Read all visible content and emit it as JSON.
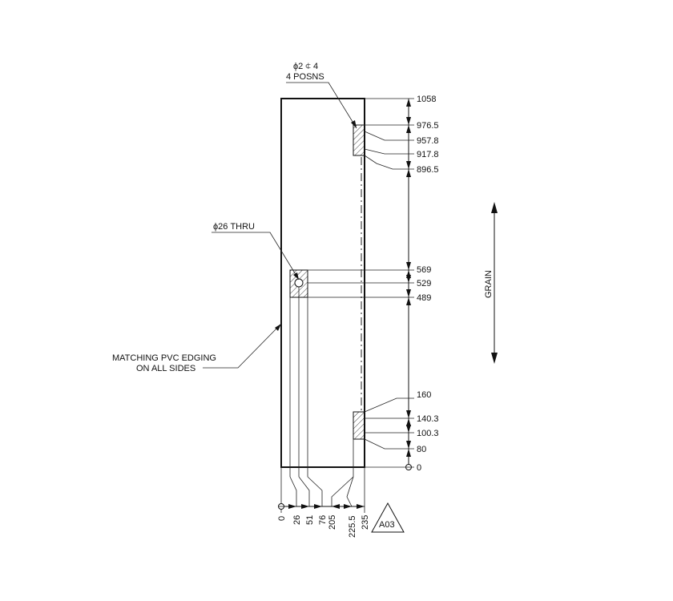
{
  "callouts": {
    "hinge_hole": "ϕ2 ⍧ 4",
    "hinge_positions": "4 POSNS",
    "thru_hole": "ϕ26 THRU",
    "edging_line1": "MATCHING PVC EDGING",
    "edging_line2": "ON ALL SIDES"
  },
  "grain_label": "GRAIN",
  "part_tag": "A03",
  "vertical_dims": [
    "1058",
    "976.5",
    "957.8",
    "917.8",
    "896.5",
    "569",
    "529",
    "489",
    "160",
    "140.3",
    "100.3",
    "80",
    "0"
  ],
  "horizontal_dims": [
    "0",
    "26",
    "51",
    "76",
    "205",
    "225.5",
    "235"
  ]
}
